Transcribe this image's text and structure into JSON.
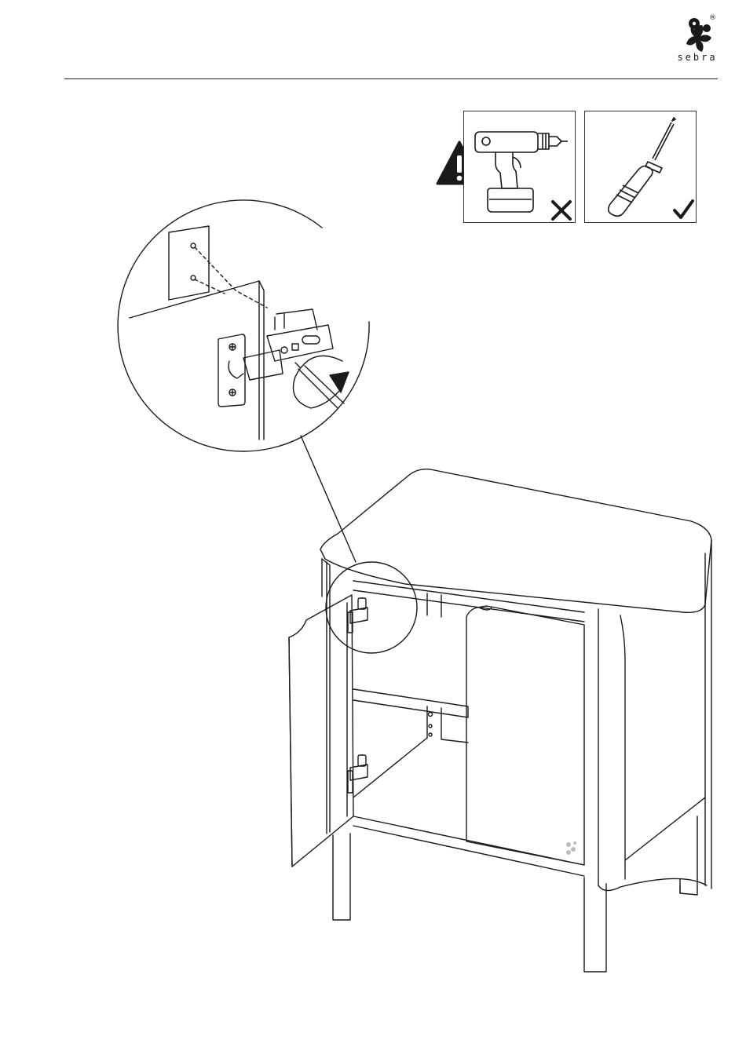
{
  "brand": {
    "name": "sebra",
    "registered_mark": "®"
  },
  "tools": {
    "forbidden": {
      "icon": "power-drill-icon",
      "status_icon": "cross-icon",
      "warning_icon": "warning-triangle-icon"
    },
    "allowed": {
      "icon": "screwdriver-icon",
      "status_icon": "checkmark-icon"
    }
  },
  "illustration": {
    "main": "cabinet-with-open-door",
    "detail": "hinge-adjustment-magnified"
  },
  "colors": {
    "ink": "#1a1a1a",
    "background": "#ffffff"
  }
}
